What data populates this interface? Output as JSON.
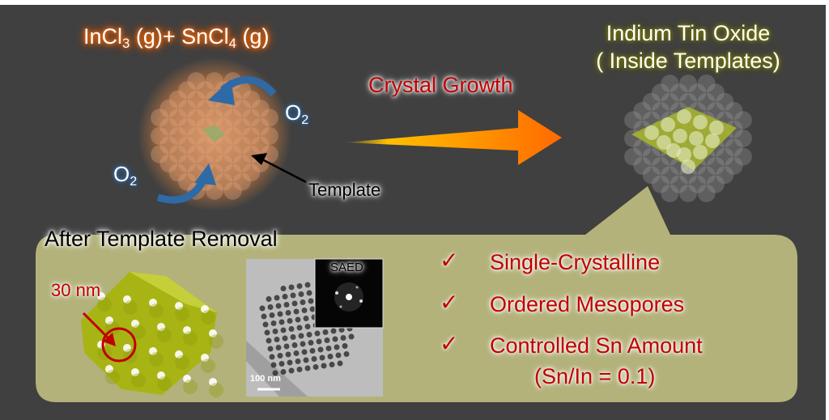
{
  "reactants": {
    "part1": "InCl",
    "sub1": "3",
    "part2": " (g)+ SnCl",
    "sub2": "4",
    "part3": " (g)"
  },
  "oxygen_right": {
    "main": "O",
    "sub": "2"
  },
  "oxygen_left": {
    "main": "O",
    "sub": "2"
  },
  "template_label": "Template",
  "process_label": "Crystal Growth",
  "product": {
    "line1": "Indium Tin Oxide",
    "line2": "( Inside Templates)"
  },
  "after_removal_label": "After Template Removal",
  "pore_size_label": "30 nm",
  "tem": {
    "inset_label": "SAED",
    "scale_bar_label": "100 nm"
  },
  "features": [
    {
      "check": "✓",
      "text": "Single-Crystalline"
    },
    {
      "check": "✓",
      "text": "Ordered Mesopores"
    },
    {
      "check": "✓",
      "text": "Controlled Sn Amount",
      "sub_text": "(Sn/In = 0.1)"
    }
  ],
  "colors": {
    "background": "#404040",
    "panel": "#b3b27a",
    "accent_red": "#c00000",
    "arrow_blue": "#2e6aa6",
    "arrow_orange": "#ff7000"
  }
}
